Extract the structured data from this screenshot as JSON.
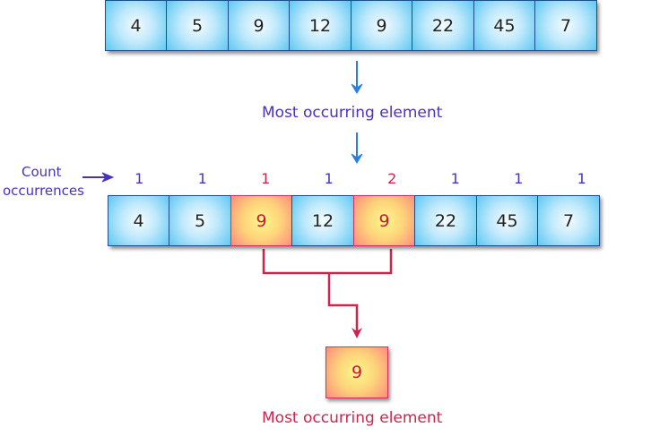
{
  "input_array": [
    "4",
    "5",
    "9",
    "12",
    "9",
    "22",
    "45",
    "7"
  ],
  "step_label": "Most occurring element",
  "count_label_line1": "Count",
  "count_label_line2": "occurrences",
  "counts": [
    "1",
    "1",
    "1",
    "1",
    "2",
    "1",
    "1",
    "1"
  ],
  "highlighted_indices": [
    2,
    4
  ],
  "result": "9",
  "result_label": "Most occurring element",
  "colors": {
    "blue_text": "#4b33b8",
    "red": "#d0234e",
    "arrow_blue": "#2a7fe0"
  }
}
